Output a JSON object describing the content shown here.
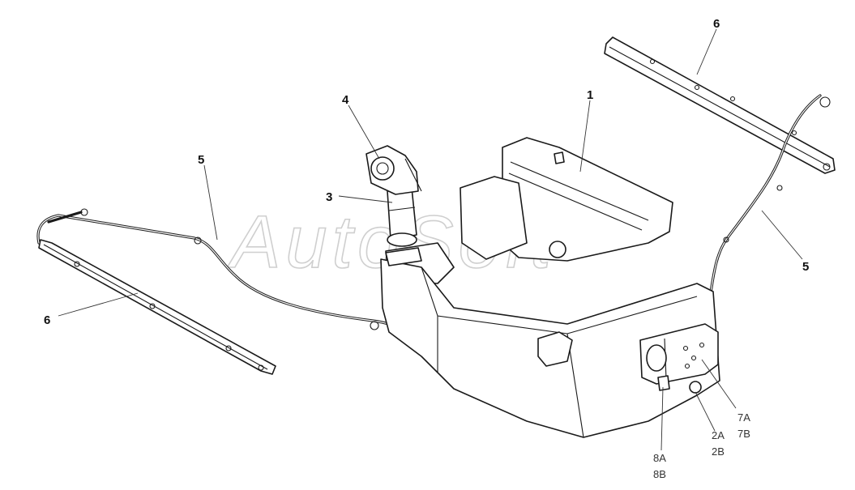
{
  "watermark": {
    "text": "AutoSoft",
    "color": "#cfcfcf"
  },
  "callouts": {
    "label_1": "1",
    "label_3": "3",
    "label_4": "4",
    "label_5_left": "5",
    "label_5_right": "5",
    "label_6_left": "6",
    "label_6_top": "6",
    "label_7a": "7A",
    "label_7b": "7B",
    "label_2a": "2A",
    "label_2b": "2B",
    "label_8a": "8A",
    "label_8b": "8B"
  },
  "colors": {
    "line": "#1a1a1a",
    "background": "#ffffff"
  }
}
